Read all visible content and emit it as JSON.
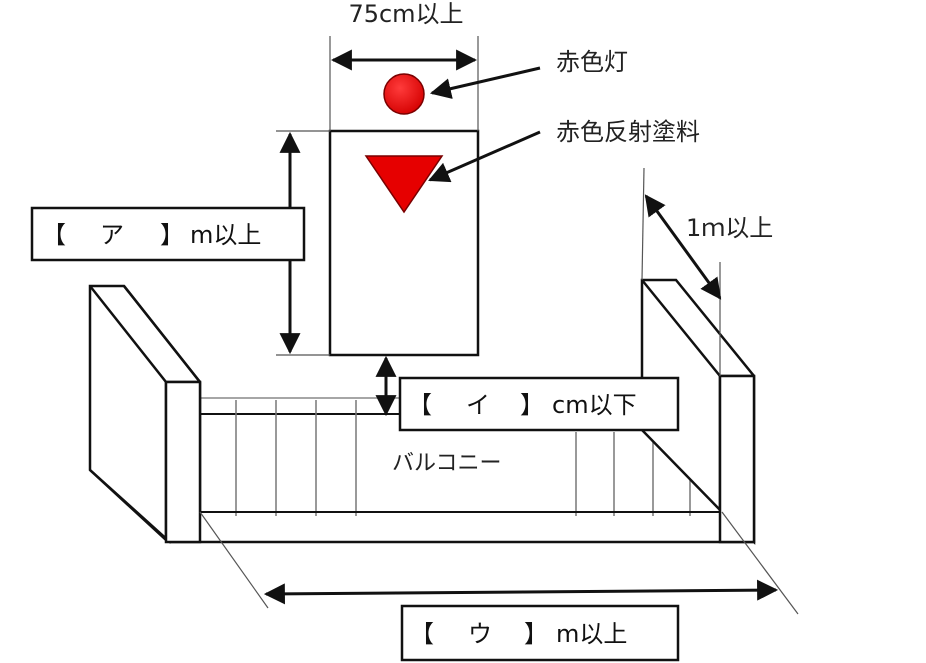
{
  "labels": {
    "width_top": "75cm以上",
    "red_light": "赤色灯",
    "red_reflective_paint": "赤色反射塗料",
    "depth": "1ｍ以上",
    "balcony": "バルコニー"
  },
  "boxes": {
    "a": {
      "open": "【",
      "blank": "ア",
      "close": "】",
      "unit": "m以上"
    },
    "i": {
      "open": "【",
      "blank": "イ",
      "close": "】",
      "unit": "cm以下"
    },
    "u": {
      "open": "【",
      "blank": "ウ",
      "close": "】",
      "unit": "m以上"
    }
  },
  "colors": {
    "red": "#e60000",
    "line": "#111111",
    "guide": "#666666"
  }
}
